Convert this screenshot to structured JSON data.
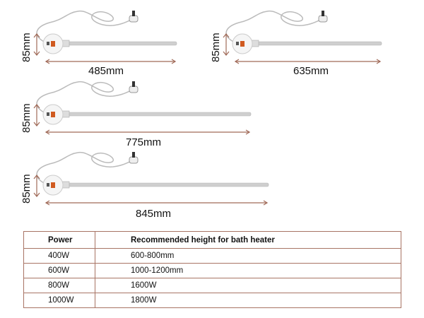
{
  "heaters": [
    {
      "height_label": "85mm",
      "length_label": "485mm"
    },
    {
      "height_label": "85mm",
      "length_label": "635mm"
    },
    {
      "height_label": "85mm",
      "length_label": "775mm"
    },
    {
      "height_label": "85mm",
      "length_label": "845mm"
    }
  ],
  "table": {
    "headers": [
      "Power",
      "Recommended height for bath heater"
    ],
    "rows": [
      [
        "400W",
        "600-800mm"
      ],
      [
        "600W",
        "1000-1200mm"
      ],
      [
        "800W",
        "1600W"
      ],
      [
        "1000W",
        "1800W"
      ]
    ]
  },
  "colors": {
    "dimension": "#a06a58",
    "rod": "#cfcfcf",
    "table_border": "#a87464"
  }
}
